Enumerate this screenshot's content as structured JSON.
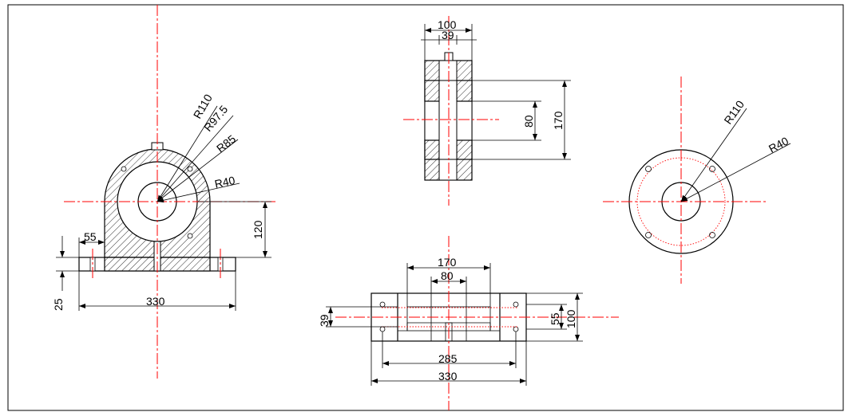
{
  "colors": {
    "outline": "#000000",
    "centerline": "#ff0000",
    "background": "#ffffff"
  },
  "front_view": {
    "radius_110": "R110",
    "radius_97_5": "R97.5",
    "radius_85": "R85",
    "radius_40": "R40",
    "height_120": "120",
    "offset_55": "55",
    "base_25": "25",
    "width_330": "330"
  },
  "side_view": {
    "width_100": "100",
    "slot_39": "39",
    "height_80": "80",
    "height_170": "170"
  },
  "top_view": {
    "width_170": "170",
    "width_80": "80",
    "height_39": "39",
    "height_55": "55",
    "height_100": "100",
    "hole_spacing_285": "285",
    "width_330": "330"
  },
  "flange_view": {
    "radius_110": "R110",
    "radius_40": "R40"
  }
}
